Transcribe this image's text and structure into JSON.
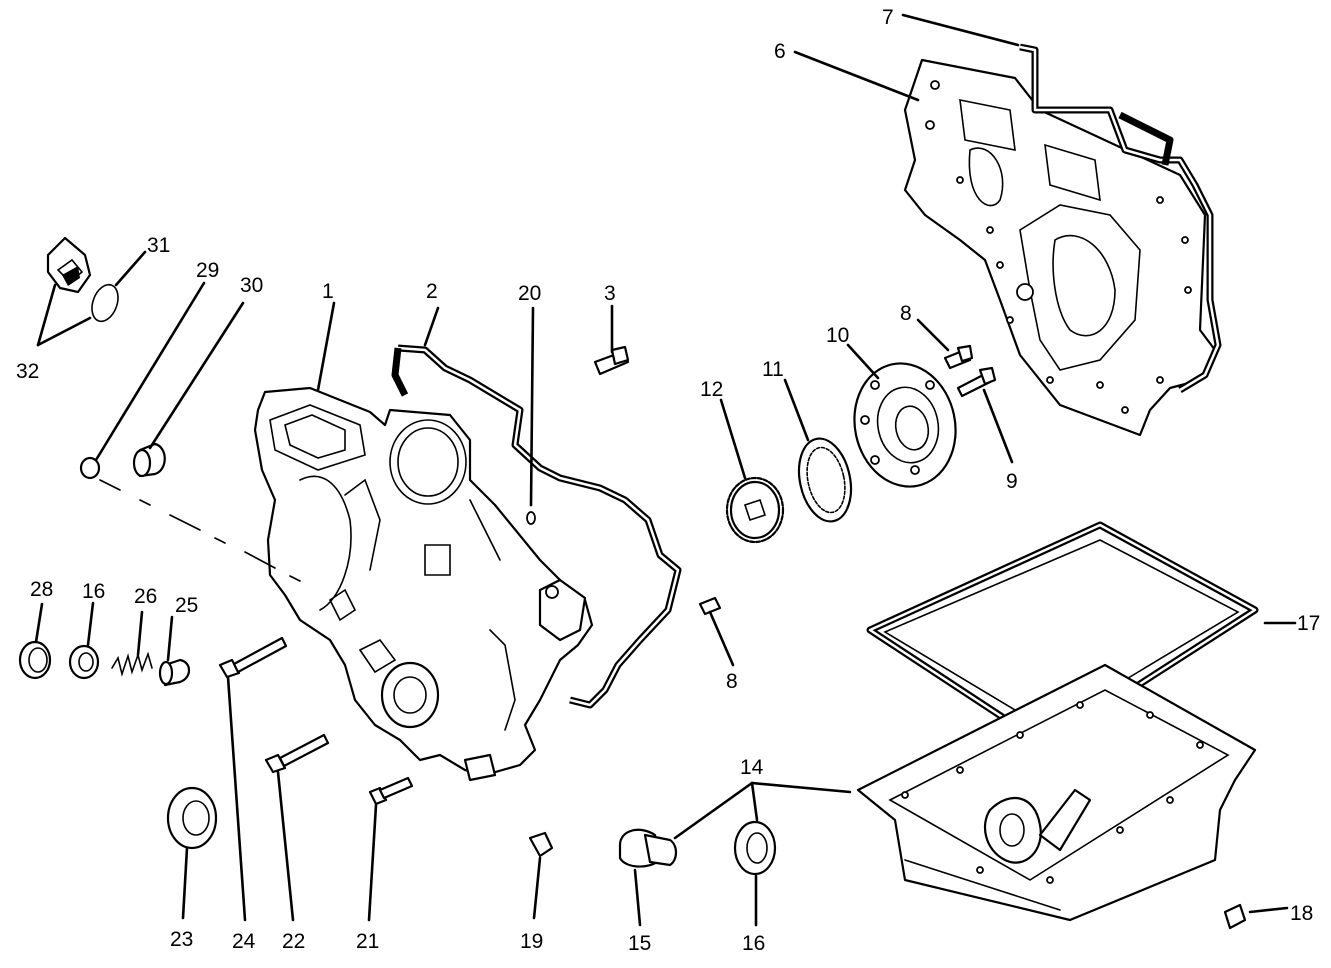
{
  "callouts": {
    "n1": "1",
    "n2": "2",
    "n3": "3",
    "n6": "6",
    "n7": "7",
    "n8a": "8",
    "n8b": "8",
    "n9": "9",
    "n10": "10",
    "n11": "11",
    "n12": "12",
    "n14": "14",
    "n15": "15",
    "n16a": "16",
    "n16b": "16",
    "n17": "17",
    "n18": "18",
    "n19": "19",
    "n20": "20",
    "n21": "21",
    "n22": "22",
    "n23": "23",
    "n24": "24",
    "n25": "25",
    "n26": "26",
    "n28": "28",
    "n29": "29",
    "n30": "30",
    "n31": "31",
    "n32": "32"
  }
}
